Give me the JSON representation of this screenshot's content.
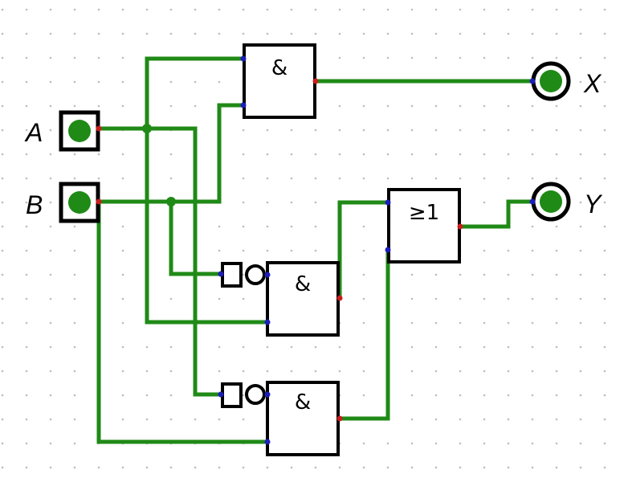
{
  "colors": {
    "wire": "#1f8a16",
    "led_fill": "#1f8a16",
    "gate_stroke": "#000000",
    "pin_input": "#1d1db8",
    "pin_output": "#c81e1e",
    "grid_dot": "#bdbdbd"
  },
  "inputs": {
    "a": "A",
    "b": "B"
  },
  "outputs": {
    "x": "X",
    "y": "Y"
  },
  "gates": {
    "and_top": "&",
    "and_middle": "&",
    "and_bottom": "&",
    "or": "≥1"
  }
}
